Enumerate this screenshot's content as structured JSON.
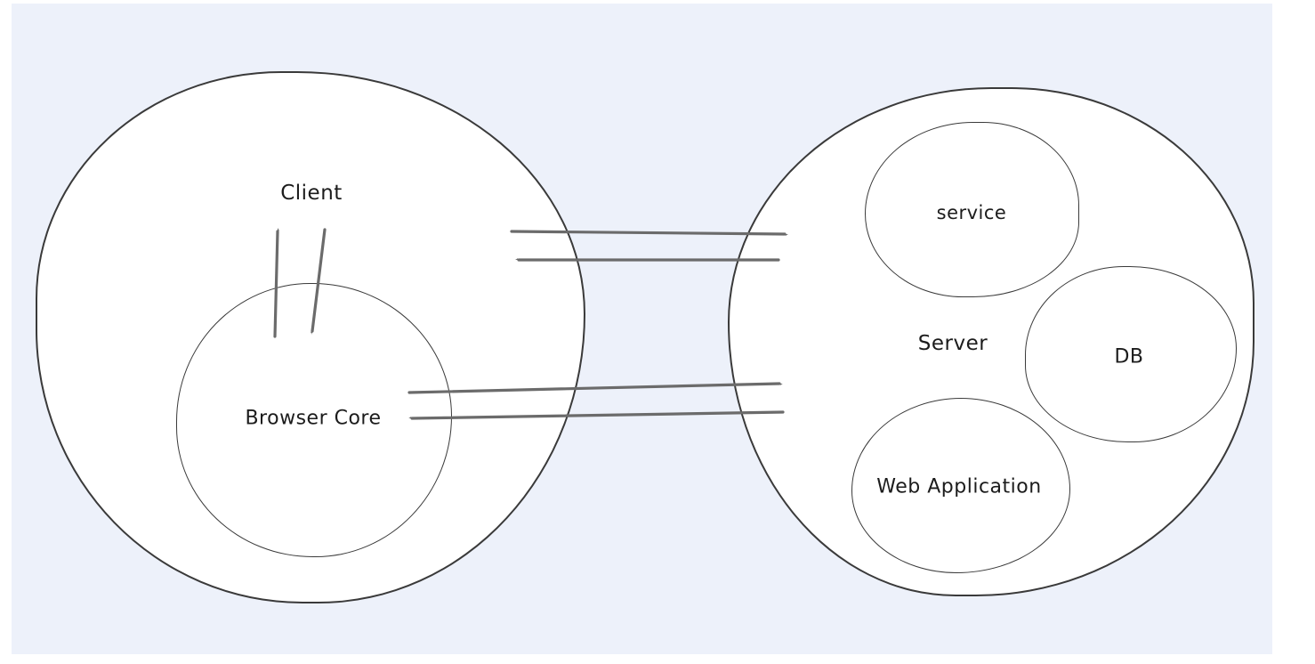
{
  "canvas": {
    "background_color": "#edf1fa",
    "page_color": "#ffffff",
    "shape_fill": "#ffffff",
    "shape_stroke": "#3a3a3a",
    "arrow_color": "#6b6b6b",
    "text_color": "#1c1c1c"
  },
  "nodes": {
    "client": {
      "label": "Client"
    },
    "browser_core": {
      "label": "Browser Core"
    },
    "server": {
      "label": "Server"
    },
    "service": {
      "label": "service"
    },
    "db": {
      "label": "DB"
    },
    "web_application": {
      "label": "Web Application"
    }
  },
  "connections": [
    {
      "from": "Browser Core",
      "to": "Client",
      "style": "arrow-up"
    },
    {
      "from": "Client",
      "to": "Browser Core",
      "style": "arrow-down"
    },
    {
      "from": "Client",
      "to": "Server",
      "style": "arrow-right"
    },
    {
      "from": "Server",
      "to": "Client",
      "style": "arrow-left"
    },
    {
      "from": "Browser Core",
      "to": "Server",
      "style": "arrow-right"
    },
    {
      "from": "Server",
      "to": "Browser Core",
      "style": "arrow-left"
    }
  ]
}
